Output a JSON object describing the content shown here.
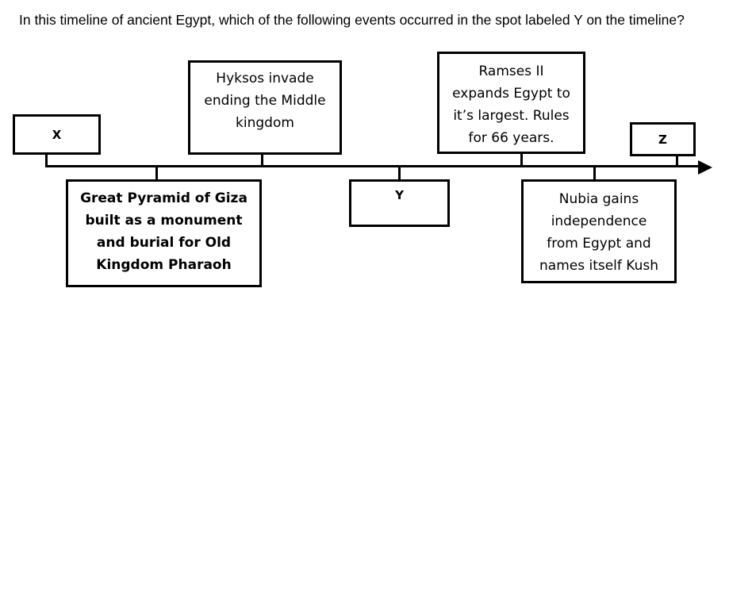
{
  "question": "In this timeline of ancient Egypt, which of the following events occurred in the spot labeled Y on the timeline?",
  "timeline": {
    "above": [
      {
        "label": "X"
      },
      {
        "label": "Hyksos invade\nending the Middle\nkingdom"
      },
      {
        "label": "Ramses II\nexpands Egypt to\nit’s largest. Rules\nfor 66 years."
      },
      {
        "label": "Z"
      }
    ],
    "below": [
      {
        "label": "Great Pyramid of Giza\nbuilt as a monument\nand burial for Old\nKingdom Pharaoh"
      },
      {
        "label": "Y"
      },
      {
        "label": "Nubia gains\nindependence\nfrom Egypt and\nnames itself Kush"
      }
    ]
  }
}
